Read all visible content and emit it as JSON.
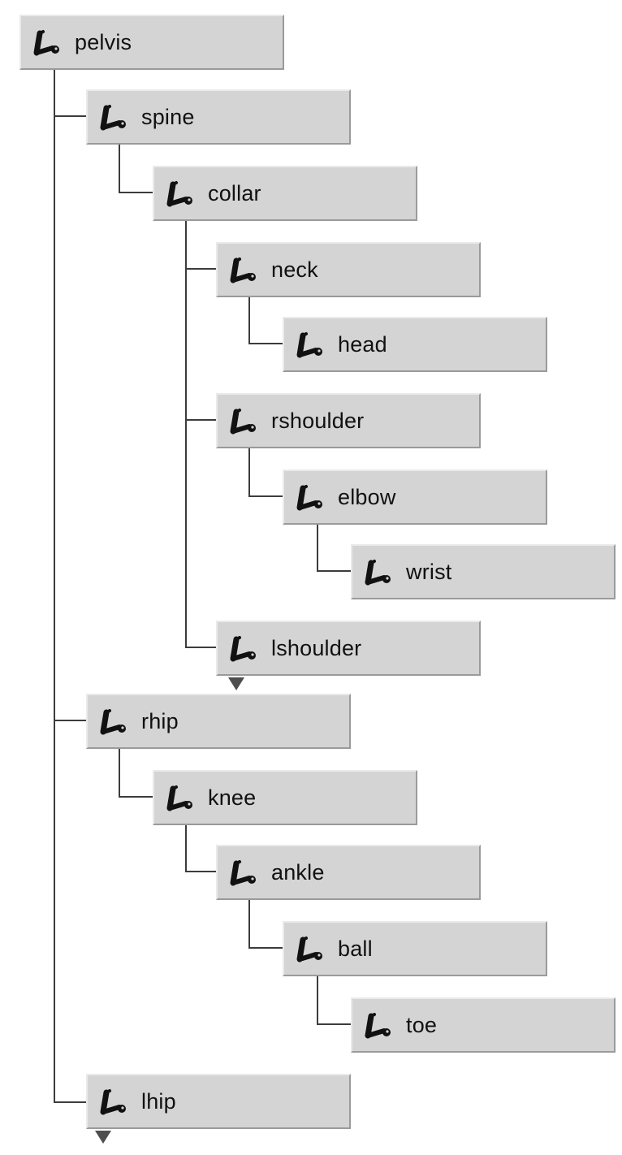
{
  "joints": [
    {
      "id": "pelvis",
      "label": "pelvis"
    },
    {
      "id": "spine",
      "label": "spine"
    },
    {
      "id": "collar",
      "label": "collar"
    },
    {
      "id": "neck",
      "label": "neck"
    },
    {
      "id": "head",
      "label": "head"
    },
    {
      "id": "rshoulder",
      "label": "rshoulder"
    },
    {
      "id": "elbow",
      "label": "elbow"
    },
    {
      "id": "wrist",
      "label": "wrist"
    },
    {
      "id": "lshoulder",
      "label": "lshoulder"
    },
    {
      "id": "rhip",
      "label": "rhip"
    },
    {
      "id": "knee",
      "label": "knee"
    },
    {
      "id": "ankle",
      "label": "ankle"
    },
    {
      "id": "ball",
      "label": "ball"
    },
    {
      "id": "toe",
      "label": "toe"
    },
    {
      "id": "lhip",
      "label": "lhip"
    }
  ],
  "icon": "joint-icon",
  "colors": {
    "node_background": "#d4d4d4",
    "connector": "#3c3c3c",
    "icon": "#111111"
  }
}
